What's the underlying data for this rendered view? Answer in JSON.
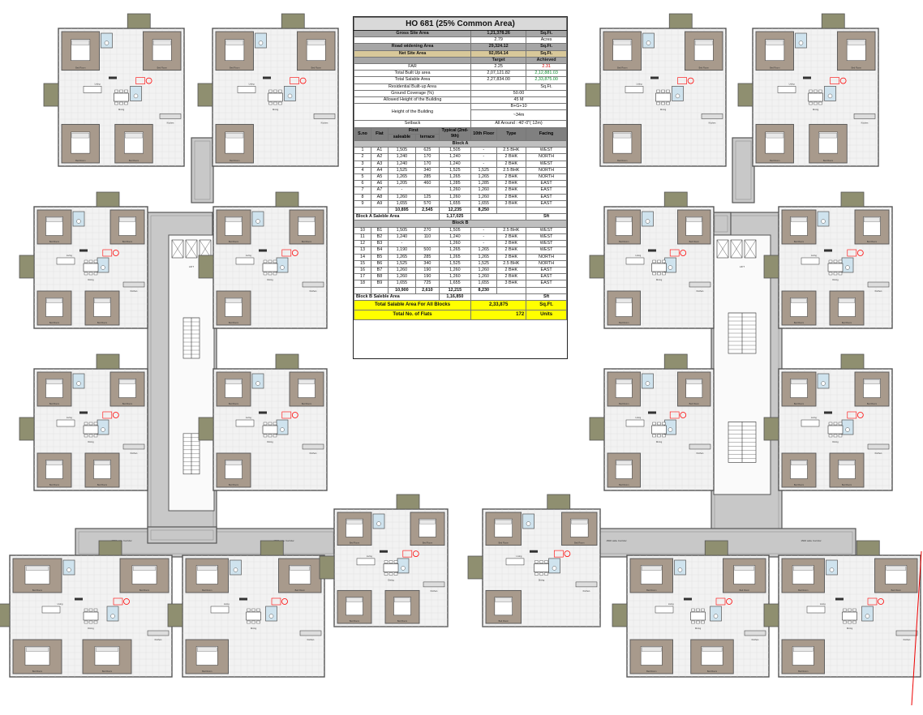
{
  "table": {
    "title": "HO 681 (25% Common Area)",
    "gross": {
      "label": "Gross Site Area",
      "value": "1,21,378.26",
      "unit": "Sq.Ft."
    },
    "acres": {
      "value": "2.79",
      "unit": "Acres"
    },
    "road": {
      "label": "Road widening Area",
      "value": "29,324.12",
      "unit": "Sq.Ft."
    },
    "net": {
      "label": "Net Site Area",
      "value": "92,054.14",
      "unit": "Sq.Ft."
    },
    "target_label": "Target",
    "achieved_label": "Achieved",
    "far": {
      "label": "FAR",
      "target": "2.25",
      "achieved": "2.31"
    },
    "builtup": {
      "label": "Total Built Up area",
      "target": "2,07,121.82",
      "achieved": "2,12,881.03"
    },
    "saleable": {
      "label": "Total Salable Area",
      "target": "2,27,834.00",
      "achieved": "2,33,875.00"
    },
    "residential": {
      "label": "Residential Built-up Area",
      "unit": "Sq.Ft."
    },
    "coverage": {
      "label": "Ground Coverage (%)",
      "value": "50.00"
    },
    "allowed_height": {
      "label": "Allowed Height of the Building",
      "value": "45 M"
    },
    "height": {
      "label": "Height of the Building",
      "value1": "B+G+10",
      "value2": "~34m"
    },
    "setback": {
      "label": "Setback",
      "value": "All Around : 40'-0\"( 12m)"
    },
    "headers": {
      "sno": "S.no",
      "flat": "Flat",
      "first": "First",
      "saleable": "saleable",
      "terrace": "terrace",
      "typical": "Typical (2nd-9th)",
      "tenth": "10th Floor",
      "type": "Type",
      "facing": "Facing"
    },
    "block_a": {
      "label": "Block A",
      "rows": [
        [
          "1",
          "A1",
          "1,505",
          "625",
          "1,505",
          "-",
          "2.5 BHK",
          "WEST"
        ],
        [
          "2",
          "A2",
          "1,240",
          "170",
          "1,240",
          "-",
          "2 BHK",
          "NORTH"
        ],
        [
          "3",
          "A3",
          "1,240",
          "170",
          "1,240",
          "-",
          "2 BHK",
          "WEST"
        ],
        [
          "4",
          "A4",
          "1,525",
          "340",
          "1,525",
          "1,525",
          "2.5 BHK",
          "NORTH"
        ],
        [
          "5",
          "A5",
          "1,265",
          "285",
          "1,265",
          "1,265",
          "2 BHK",
          "NORTH"
        ],
        [
          "6",
          "A6",
          "1,205",
          "460",
          "1,285",
          "1,285",
          "2 BHK",
          "EAST"
        ],
        [
          "7",
          "A7",
          "-",
          "",
          "1,260",
          "1,260",
          "2 BHK",
          "EAST"
        ],
        [
          "8",
          "A8",
          "1,260",
          "125",
          "1,260",
          "1,260",
          "2 BHK",
          "EAST"
        ],
        [
          "9",
          "A9",
          "1,655",
          "570",
          "1,655",
          "1,655",
          "3 BHK",
          "EAST"
        ]
      ],
      "total": [
        "10,895",
        "2,545",
        "12,235",
        "8,250"
      ],
      "saleable_label": "Block  A Saleble Area",
      "saleable_value": "1,17,025",
      "saleable_unit": "Sft"
    },
    "block_b": {
      "label": "Block B",
      "rows": [
        [
          "10",
          "B1",
          "1,505",
          "270",
          "1,505",
          "-",
          "2.5 BHK",
          "WEST"
        ],
        [
          "11",
          "B2",
          "1,240",
          "110",
          "1,240",
          "-",
          "2 BHK",
          "WEST"
        ],
        [
          "12",
          "B3",
          "-",
          "",
          "1,260",
          "-",
          "2 BHK",
          "WEST"
        ],
        [
          "13",
          "B4",
          "1,190",
          "500",
          "1,265",
          "1,265",
          "2 BHK",
          "WEST"
        ],
        [
          "14",
          "B5",
          "1,265",
          "285",
          "1,265",
          "1,265",
          "2 BHK",
          "NORTH"
        ],
        [
          "15",
          "B6",
          "1,525",
          "340",
          "1,525",
          "1,525",
          "2.5 BHK",
          "NORTH"
        ],
        [
          "16",
          "B7",
          "1,260",
          "190",
          "1,260",
          "1,260",
          "2 BHK",
          "EAST"
        ],
        [
          "17",
          "B8",
          "1,260",
          "190",
          "1,260",
          "1,260",
          "2 BHK",
          "EAST"
        ],
        [
          "18",
          "B9",
          "1,655",
          "725",
          "1,655",
          "1,655",
          "3 BHK",
          "EAST"
        ]
      ],
      "total": [
        "10,900",
        "2,610",
        "12,215",
        "8,230"
      ],
      "saleable_label": "Block  B Saleble Area",
      "saleable_value": "1,16,850",
      "saleable_unit": "Sft"
    },
    "all_blocks": {
      "label": "Total Salable Area For All Blocks",
      "value": "2,33,875",
      "unit": "Sq.Ft."
    },
    "flats": {
      "label": "Total No. of Flats",
      "value": "172",
      "unit": "Units"
    }
  },
  "plan": {
    "corridor_label": "1500 wide Corridor",
    "lift_label": "LIFT",
    "room_labels": [
      "Living",
      "Dining",
      "Kitchen",
      "Bed Room",
      "M.Bed Room",
      "Toilet",
      "Balcony",
      "Utility"
    ],
    "colors": {
      "wall": "#555555",
      "floor": "#f2f2f2",
      "bedroom": "#a89a8c",
      "balcony": "#8f8f70",
      "toilet": "#cfe3ee",
      "corridor": "#c8c8c8",
      "marker": "#ff0000"
    }
  }
}
